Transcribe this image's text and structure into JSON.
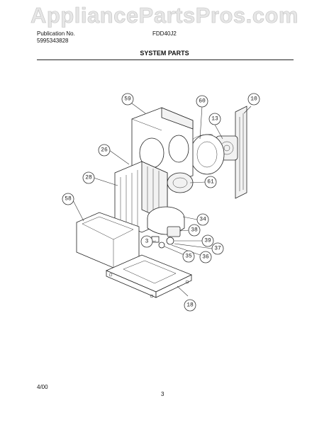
{
  "watermark": "AppliancePartsPros.com",
  "header": {
    "publication_label": "Publication No.",
    "publication_number": "5995343828",
    "model": "FDD40J2"
  },
  "section_title": "SYSTEM PARTS",
  "footer": {
    "date": "4/00",
    "page": "3"
  },
  "callouts": [
    "59",
    "60",
    "10",
    "13",
    "26",
    "28",
    "61",
    "58",
    "34",
    "38",
    "39",
    "3",
    "37",
    "35",
    "36",
    "18"
  ]
}
